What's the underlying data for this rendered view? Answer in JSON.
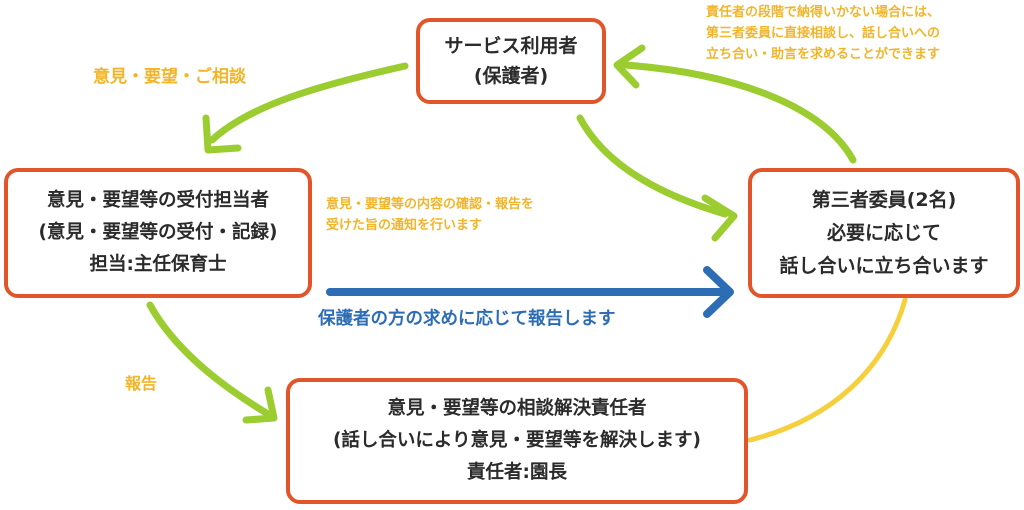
{
  "boxes": {
    "user": {
      "line1": "サービス利用者",
      "line2": "(保護者)"
    },
    "staff": {
      "line1": "意見・要望等の受付担当者",
      "line2": "(意見・要望等の受付・記録)",
      "line3": "担当:主任保育士"
    },
    "third_party": {
      "line1": "第三者委員(2名)",
      "line2": "必要に応じて",
      "line3": "話し合いに立ち合います"
    },
    "resolver": {
      "line1": "意見・要望等の相談解決責任者",
      "line2": "(話し合いにより意見・要望等を解決します)",
      "line3": "責任者:園長"
    }
  },
  "labels": {
    "opinion": "意見・要望・ご相談",
    "report": "報告",
    "confirm_line1": "意見・要望等の内容の確認・報告を",
    "confirm_line2": "受けた旨の通知を行います",
    "third_note_line1": "責任者の段階で納得いかない場合には、",
    "third_note_line2": "第三者委員に直接相談し、話し合いへの",
    "third_note_line3": "立ち合い・助言を求めることができます",
    "blue_report": "保護者の方の求めに応じて報告します"
  },
  "colors": {
    "box_border": "#e2552a",
    "green_arrow": "#9bcc30",
    "yellow": "#f2b52a",
    "blue": "#2d6db5"
  }
}
